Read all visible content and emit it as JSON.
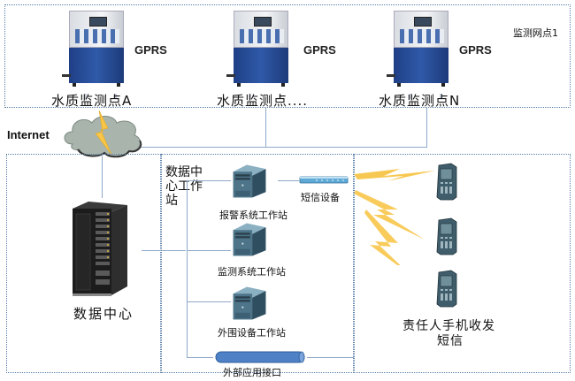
{
  "diagram": {
    "monitoring_group_label": "监测网点1",
    "stations": [
      {
        "label": "水质监测点A",
        "link_label": "GPRS"
      },
      {
        "label": "水质监测点....",
        "link_label": "GPRS"
      },
      {
        "label": "水质监测点N",
        "link_label": "GPRS"
      }
    ],
    "network": {
      "label": "Internet",
      "icon": "cloud-lightning-icon"
    },
    "data_center": {
      "label": "数据中心",
      "icon": "server-rack-icon"
    },
    "workstation_group": {
      "label_line1": "数据中",
      "label_line2": "心工作",
      "label_line3": "站",
      "workstations": [
        {
          "label": "报警系统工作站",
          "icon": "tower-server-icon"
        },
        {
          "label": "监测系统工作站",
          "icon": "tower-server-icon"
        },
        {
          "label": "外围设备工作站",
          "icon": "tower-server-icon"
        }
      ],
      "sms_device": {
        "label": "短信设备",
        "icon": "sms-modem-icon"
      },
      "external_interface": {
        "label": "外部应用接口",
        "icon": "bus-cylinder-icon"
      }
    },
    "mobile_group": {
      "label_line1": "责任人手机收发",
      "label_line2": "短信",
      "phone_count": 3,
      "icon": "mobile-phone-icon"
    },
    "colors": {
      "border": "#5a7ea8",
      "connector": "#8fa9c9",
      "cabinet_blue": "#2f5aa8",
      "lightning": "#f7c548",
      "cloud": "#a9b5ac",
      "bus": "#4f81c7"
    }
  }
}
